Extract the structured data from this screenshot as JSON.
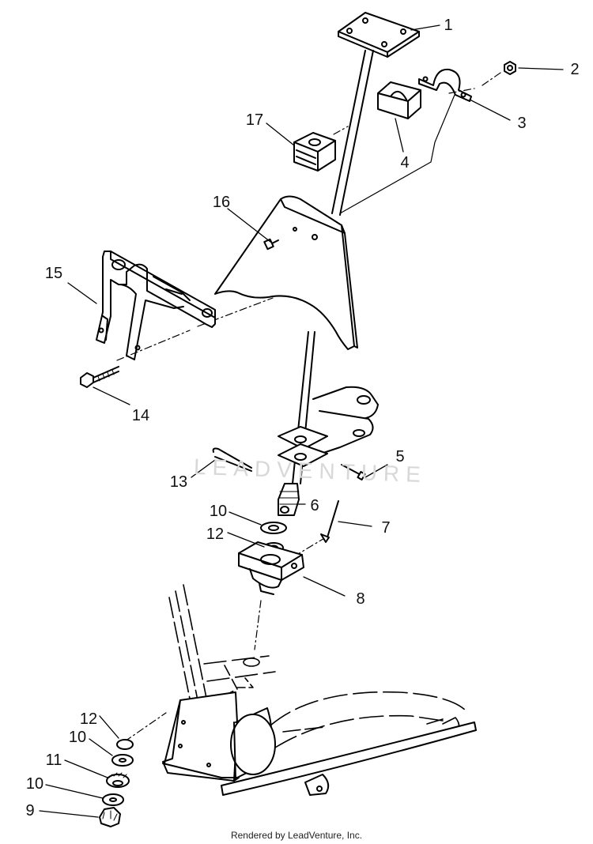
{
  "callouts": [
    "1",
    "2",
    "3",
    "4",
    "5",
    "6",
    "7",
    "8",
    "9",
    "10",
    "10",
    "10",
    "11",
    "12",
    "12",
    "13",
    "14",
    "15",
    "16",
    "17"
  ],
  "watermark": "LEADVENTURE",
  "footer": "Rendered by LeadVenture, Inc."
}
